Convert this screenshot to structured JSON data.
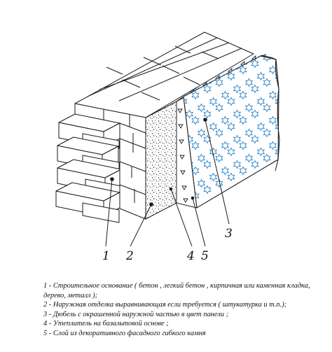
{
  "callouts": {
    "c1": "1",
    "c2": "2",
    "c3": "3",
    "c4": "4",
    "c5": "5"
  },
  "legend": [
    "1 -  Строительное основание ( бетон , легкий бетон , кирпичная или каменная кладка, дерево, металл );",
    "2 -  Наружная отделка выравнивающая если требуется ( штукатурка и т.п.);",
    "3 -  Дюбель с окрашенной наружной частью в цвет панели ;",
    "4 -  Утеплитель на базальтовой основе ;",
    "5 -  Слой из декоративного фасадного гибкого камня"
  ],
  "colors": {
    "line": "#1a1a1a",
    "stone_pattern": "#2f86c8"
  }
}
